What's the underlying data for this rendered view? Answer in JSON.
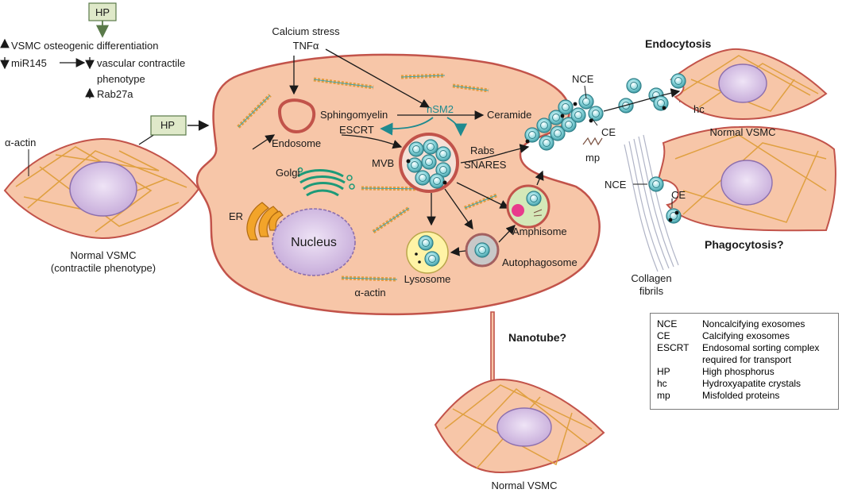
{
  "hp_box_top": "HP",
  "hp_box_mid": "HP",
  "effects": {
    "line1": "VSMC osteogenic differentiation",
    "line2a": "miR145",
    "line2b": "vascular contractile",
    "line3": "phenotype",
    "line4": "Rab27a"
  },
  "labels": {
    "alpha_actin_left": "α-actin",
    "normal_vsmc_contractile_1": "Normal VSMC",
    "normal_vsmc_contractile_2": "(contractile phenotype)",
    "calcium_stress": "Calcium stress",
    "tnf": "TNFα",
    "sphingomyelin": "Sphingomyelin",
    "nsm2": "nSM2",
    "ceramide": "Ceramide",
    "escrt": "ESCRT",
    "endosome": "Endosome",
    "mvb": "MVB",
    "rabs": "Rabs",
    "snares": "SNARES",
    "golgi": "Golgi",
    "er": "ER",
    "nucleus": "Nucleus",
    "lysosome": "Lysosome",
    "alpha_actin_cell": "α-actin",
    "amphisome": "Amphisome",
    "autophagosome": "Autophagosome",
    "endocytosis": "Endocytosis",
    "nce_top": "NCE",
    "ce_top": "CE",
    "mp": "mp",
    "hc": "hc",
    "normal_vsmc_right": "Normal VSMC",
    "nce_mid": "NCE",
    "ce_mid": "CE",
    "phagocytosis": "Phagocytosis?",
    "collagen_1": "Collagen",
    "collagen_2": "fibrils",
    "nanotube": "Nanotube?",
    "normal_vsmc_bottom": "Normal VSMC"
  },
  "legend": [
    {
      "abbr": "NCE",
      "desc": "Noncalcifying exosomes"
    },
    {
      "abbr": "CE",
      "desc": "Calcifying exosomes"
    },
    {
      "abbr": "ESCRT",
      "desc": "Endosomal sorting complex required for transport"
    },
    {
      "abbr": "HP",
      "desc": "High phosphorus"
    },
    {
      "abbr": "hc",
      "desc": "Hydroxyapatite crystals"
    },
    {
      "abbr": "mp",
      "desc": "Misfolded proteins"
    }
  ],
  "colors": {
    "cell_fill": "#f7c6a8",
    "cell_stroke": "#c2534a",
    "actin": "#e0a040",
    "nucleus": "#d8c4e6",
    "exosome": "#7ed0d6",
    "teal_arrow": "#1f8a8f",
    "hp_box": "#dfe9c9"
  }
}
